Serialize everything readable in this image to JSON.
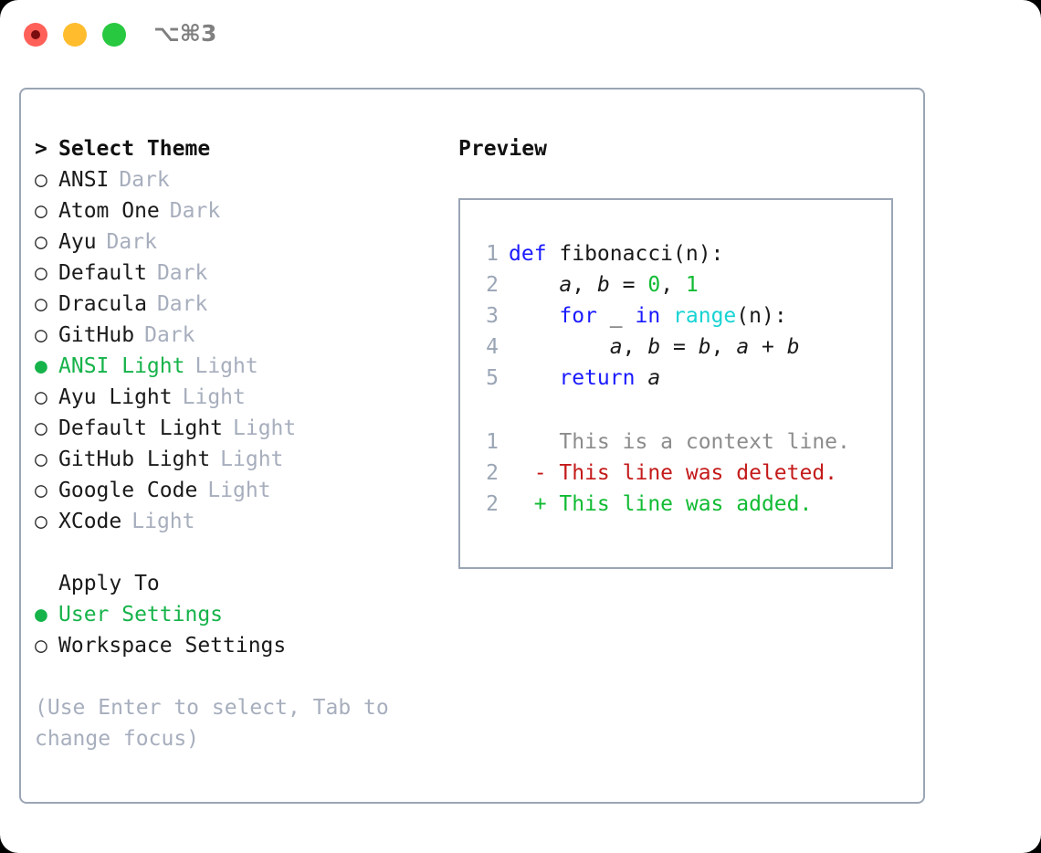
{
  "window": {
    "title": "⌥⌘3",
    "traffic_lights": [
      {
        "name": "close",
        "color": "#ff6058"
      },
      {
        "name": "minimize",
        "color": "#ffbd2e"
      },
      {
        "name": "maximize",
        "color": "#28c840"
      }
    ]
  },
  "colors": {
    "accent_selected": "#16b34a",
    "muted_tag": "#a7aebd",
    "border": "#9aa5b5",
    "text": "#1a1a1a",
    "keyword": "#1a1aff",
    "builtin": "#17d3d3",
    "number": "#11bb33",
    "diff_added": "#11bb33",
    "diff_deleted": "#c41a1a",
    "diff_context": "#8c8c8c",
    "line_number": "#9aa5b5"
  },
  "theme_picker": {
    "header_marker": ">",
    "header_label": "Select Theme",
    "marker_unselected": "○",
    "marker_selected": "●",
    "items": [
      {
        "label": "ANSI",
        "tag": "Dark",
        "selected": false
      },
      {
        "label": "Atom One",
        "tag": "Dark",
        "selected": false
      },
      {
        "label": "Ayu",
        "tag": "Dark",
        "selected": false
      },
      {
        "label": "Default",
        "tag": "Dark",
        "selected": false
      },
      {
        "label": "Dracula",
        "tag": "Dark",
        "selected": false
      },
      {
        "label": "GitHub",
        "tag": "Dark",
        "selected": false
      },
      {
        "label": "ANSI Light",
        "tag": "Light",
        "selected": true
      },
      {
        "label": "Ayu Light",
        "tag": "Light",
        "selected": false
      },
      {
        "label": "Default Light",
        "tag": "Light",
        "selected": false
      },
      {
        "label": "GitHub Light",
        "tag": "Light",
        "selected": false
      },
      {
        "label": "Google Code",
        "tag": "Light",
        "selected": false
      },
      {
        "label": "XCode",
        "tag": "Light",
        "selected": false
      }
    ]
  },
  "apply_to": {
    "header_label": "Apply To",
    "items": [
      {
        "label": "User Settings",
        "selected": true
      },
      {
        "label": "Workspace Settings",
        "selected": false
      }
    ]
  },
  "hint": "(Use Enter to select, Tab to change focus)",
  "preview": {
    "title": "Preview",
    "code_lines": [
      {
        "number": "1",
        "tokens": [
          {
            "t": "def ",
            "c": "kw"
          },
          {
            "t": "fibonacci",
            "c": "fn"
          },
          {
            "t": "(n):",
            "c": "punc"
          }
        ]
      },
      {
        "number": "2",
        "tokens": [
          {
            "t": "    ",
            "c": "punc"
          },
          {
            "t": "a",
            "c": "var"
          },
          {
            "t": ", ",
            "c": "punc"
          },
          {
            "t": "b",
            "c": "var"
          },
          {
            "t": " = ",
            "c": "punc"
          },
          {
            "t": "0",
            "c": "num"
          },
          {
            "t": ", ",
            "c": "punc"
          },
          {
            "t": "1",
            "c": "num"
          }
        ]
      },
      {
        "number": "3",
        "tokens": [
          {
            "t": "    ",
            "c": "punc"
          },
          {
            "t": "for",
            "c": "kw"
          },
          {
            "t": " _ ",
            "c": "punc"
          },
          {
            "t": "in",
            "c": "kw"
          },
          {
            "t": " ",
            "c": "punc"
          },
          {
            "t": "range",
            "c": "bi"
          },
          {
            "t": "(n):",
            "c": "punc"
          }
        ]
      },
      {
        "number": "4",
        "tokens": [
          {
            "t": "        ",
            "c": "punc"
          },
          {
            "t": "a",
            "c": "var"
          },
          {
            "t": ", ",
            "c": "punc"
          },
          {
            "t": "b",
            "c": "var"
          },
          {
            "t": " = ",
            "c": "punc"
          },
          {
            "t": "b",
            "c": "var"
          },
          {
            "t": ", ",
            "c": "punc"
          },
          {
            "t": "a",
            "c": "var"
          },
          {
            "t": " + ",
            "c": "punc"
          },
          {
            "t": "b",
            "c": "var"
          }
        ]
      },
      {
        "number": "5",
        "tokens": [
          {
            "t": "    ",
            "c": "punc"
          },
          {
            "t": "return",
            "c": "kw"
          },
          {
            "t": " ",
            "c": "punc"
          },
          {
            "t": "a",
            "c": "var"
          }
        ]
      }
    ],
    "diff_lines": [
      {
        "number": "1",
        "sign": " ",
        "text": " This is a context line.",
        "kind": "ctx"
      },
      {
        "number": "2",
        "sign": "-",
        "text": " This line was deleted.",
        "kind": "del"
      },
      {
        "number": "2",
        "sign": "+",
        "text": " This line was added.",
        "kind": "add"
      }
    ]
  }
}
